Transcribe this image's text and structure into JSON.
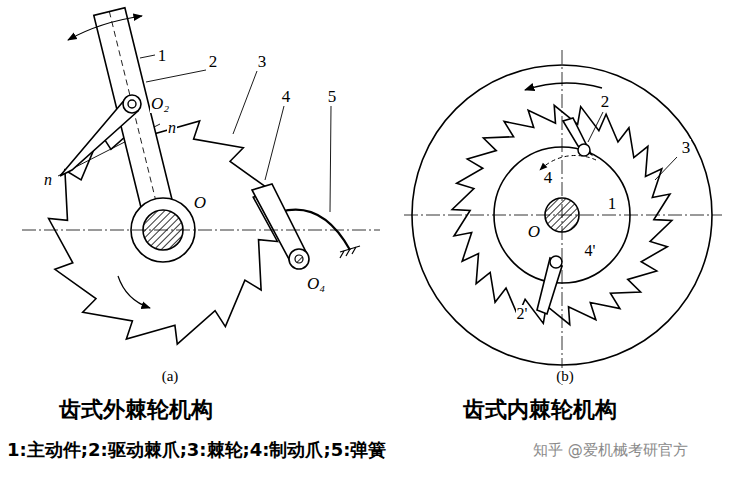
{
  "diagram": {
    "labels": [
      "1",
      "O₂",
      "2",
      "3",
      "4",
      "5",
      "n",
      "n",
      "O",
      "O₄",
      "(a)",
      "2",
      "3",
      "4",
      "O",
      "1",
      "4'",
      "2'",
      "(b)",
      "齿式外棘轮机构",
      "齿式内棘轮机构",
      "1:主动件;2:驱动棘爪;3:棘轮;4:制动爪;5:弹簧",
      "知乎 @爱机械考研官方"
    ]
  }
}
